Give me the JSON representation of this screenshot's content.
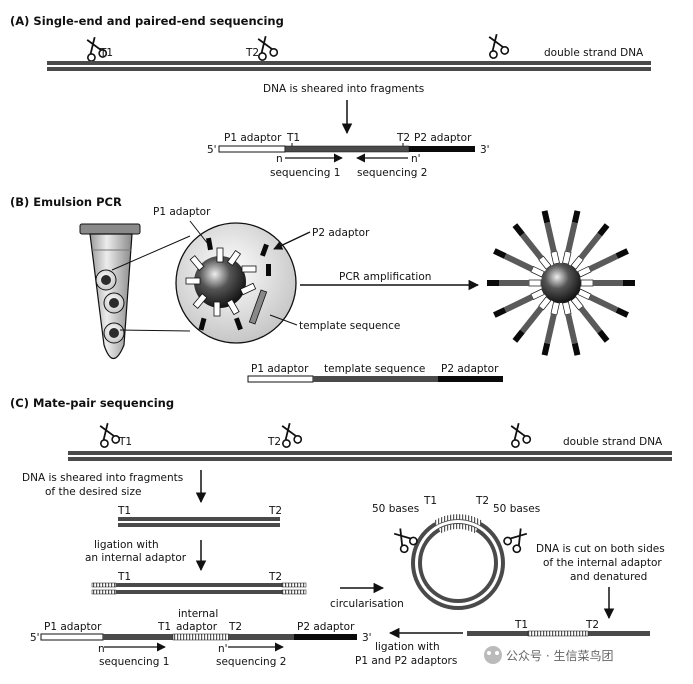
{
  "section_a": {
    "title": "(A) Single-end and paired-end sequencing",
    "t1": "T1",
    "t2": "T2",
    "double_strand_dna": "double strand DNA",
    "sheared": "DNA is sheared into fragments",
    "p1_adaptor": "P1 adaptor",
    "p2_adaptor": "P2 adaptor",
    "five_prime": "5'",
    "three_prime": "3'",
    "n": "n",
    "n_prime": "n'",
    "sequencing_1": "sequencing 1",
    "sequencing_2": "sequencing 2"
  },
  "section_b": {
    "title": "(B) Emulsion PCR",
    "p1_adaptor": "P1 adaptor",
    "p2_adaptor": "P2 adaptor",
    "template_sequence": "template sequence",
    "pcr_amplification": "PCR amplification",
    "bar_p1": "P1 adaptor",
    "bar_template": "template sequence",
    "bar_p2": "P2 adaptor"
  },
  "section_c": {
    "title": "(C) Mate-pair sequencing",
    "t1": "T1",
    "t2": "T2",
    "double_strand_dna": "double strand DNA",
    "sheared_line1": "DNA is sheared into fragments",
    "sheared_line2": "of the desired size",
    "ligation_line1": "ligation with",
    "ligation_line2": "an internal adaptor",
    "circularisation": "circularisation",
    "bases_left": "50 bases",
    "bases_right": "50 bases",
    "cut_line1": "DNA is cut on both sides",
    "cut_line2": "of the internal adaptor",
    "cut_line3": "and denatured",
    "internal_line1": "internal",
    "internal_line2": "adaptor",
    "p1_adaptor": "P1 adaptor",
    "p2_adaptor": "P2 adaptor",
    "five_prime": "5'",
    "three_prime": "3'",
    "n": "n",
    "n_prime": "n'",
    "sequencing_1": "sequencing 1",
    "sequencing_2": "sequencing 2",
    "ligation_p_line1": "ligation with",
    "ligation_p_line2": "P1 and P2 adaptors"
  },
  "watermark": "公众号 · 生信菜鸟团",
  "colors": {
    "dna": "#4a4a4a",
    "p2": "#0a0a0a",
    "white": "#ffffff",
    "tube": "#d9d9d9",
    "bead": "#2b2b2b"
  }
}
